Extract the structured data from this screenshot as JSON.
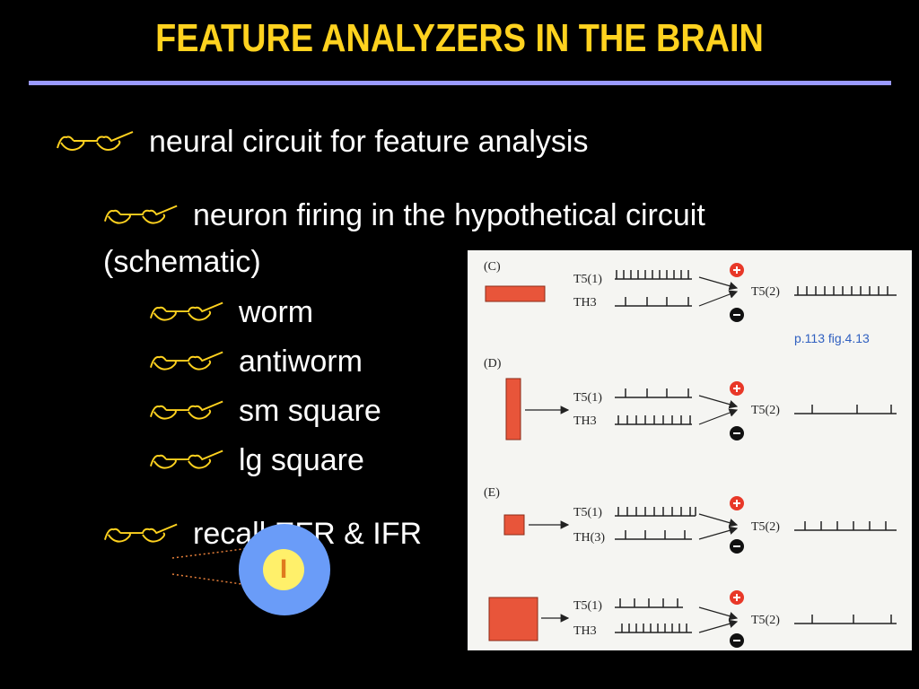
{
  "title": "FEATURE ANALYZERS IN THE BRAIN",
  "bullets": {
    "b1": "neural circuit for feature analysis",
    "b2_line1": "neuron firing in the hypothetical circuit",
    "b2_line2": "(schematic)",
    "worm": "worm",
    "antiworm": "antiworm",
    "sm_square": "sm square",
    "lg_square": "lg square",
    "recall": "recall EFR & IFR"
  },
  "figure": {
    "reference": "p.113 fig.4.13",
    "panels": [
      {
        "label": "(C)",
        "input1": "T5(1)",
        "input2": "TH3",
        "output": "T5(2)"
      },
      {
        "label": "(D)",
        "input1": "T5(1)",
        "input2": "TH3",
        "output": "T5(2)"
      },
      {
        "label": "(E)",
        "input1": "T5(1)",
        "input2": "TH(3)",
        "output": "T5(2)"
      },
      {
        "label": "",
        "input1": "T5(1)",
        "input2": "TH3",
        "output": "T5(2)"
      }
    ]
  },
  "callout": {
    "letter": "I"
  },
  "colors": {
    "title": "#FFD21F",
    "rule": "#9999FF",
    "stimulus": "#E8553A",
    "circle_outer": "#6A9CF8",
    "circle_inner": "#FFF06A",
    "callout_letter": "#E07A1E",
    "excitatory": "#E83828",
    "figure_ref": "#3060C0"
  }
}
